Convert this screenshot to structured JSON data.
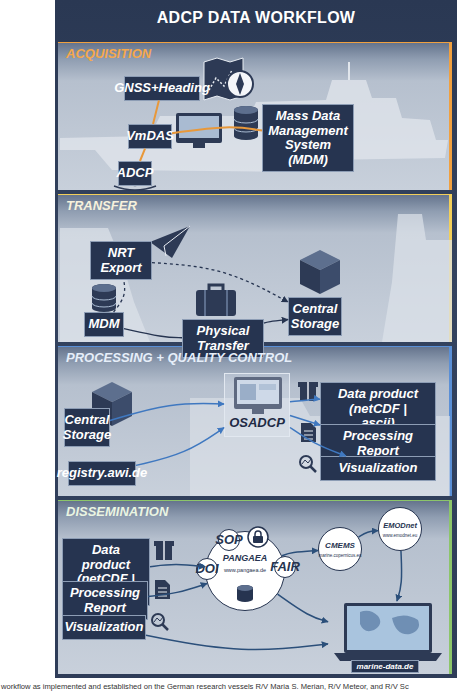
{
  "diagram": {
    "title": "ADCP DATA WORKFLOW",
    "caption": "workflow as implemented and established on the German research vessels R/V Maria S. Merian, R/V Meteor, and R/V Sc",
    "nodes": [
      {
        "text": [
          "ACQUISITION"
        ]
      },
      {
        "text": [
          "GNSS+Heading"
        ],
        "in": 0
      },
      {
        "text": [
          "VmDAS"
        ],
        "in": 0
      },
      {
        "text": [
          "Mass Data Management System (MDM)"
        ],
        "in": 0
      },
      {
        "text": [
          "ADCP"
        ],
        "in": 0
      },
      {
        "text": [
          "TRANSFER"
        ]
      },
      {
        "text": [
          "NRT Export"
        ],
        "in": 5
      },
      {
        "text": [
          "MDM"
        ],
        "in": 5
      },
      {
        "text": [
          "Physical Transfer"
        ],
        "in": 5
      },
      {
        "text": [
          "Central Storage"
        ],
        "in": 5
      },
      {
        "text": [
          "PROCESSING + QUALITY CONTROL"
        ]
      },
      {
        "text": [
          "Central Storage"
        ],
        "in": 10
      },
      {
        "text": [
          "OSADCP"
        ],
        "in": 10
      },
      {
        "text": [
          "Data product (netCDF | ascii)"
        ],
        "in": 10
      },
      {
        "text": [
          "Processing Report"
        ],
        "in": 10
      },
      {
        "text": [
          "registry.awi.de"
        ],
        "in": 10
      },
      {
        "text": [
          "Visualization"
        ],
        "in": 10
      },
      {
        "text": [
          "DISSEMINATION"
        ]
      },
      {
        "text": [
          "Data product (netCDF | ascii)"
        ],
        "in": 17
      },
      {
        "text": [
          "PANGAEA",
          "www.pangaea.de"
        ],
        "in": 17
      },
      {
        "text": [
          "SOP"
        ],
        "in": 19
      },
      {
        "text": [
          "DOI"
        ],
        "in": 19
      },
      {
        "text": [
          "FAIR"
        ],
        "in": 19
      },
      {
        "text": [
          "CMEMS",
          "marine.copernicus.eu"
        ],
        "in": 17
      },
      {
        "text": [
          "EMODnet",
          "www.emodnet.eu"
        ],
        "in": 17
      },
      {
        "text": [
          "Processing Report"
        ],
        "in": 17
      },
      {
        "text": [
          "Visualization"
        ],
        "in": 17
      },
      {
        "text": [
          "marine-data.de"
        ],
        "in": 17
      }
    ],
    "edges": [
      {
        "from": 1,
        "to": 2,
        "arrow": "none"
      },
      {
        "from": 4,
        "to": 2,
        "arrow": "none"
      },
      {
        "from": 2,
        "to": 3,
        "arrow": "none"
      },
      {
        "from": 7,
        "to": 6,
        "arrow": "none"
      },
      {
        "from": 6,
        "to": 9,
        "arrow": "to"
      },
      {
        "from": 7,
        "to": 8,
        "arrow": "none"
      },
      {
        "from": 8,
        "to": 9,
        "arrow": "to"
      },
      {
        "from": 11,
        "to": 12,
        "arrow": "to"
      },
      {
        "from": 15,
        "to": 12,
        "arrow": "to"
      },
      {
        "from": 12,
        "to": 13,
        "arrow": "to"
      },
      {
        "from": 12,
        "to": 14,
        "arrow": "to"
      },
      {
        "from": 12,
        "to": 16,
        "arrow": "to"
      },
      {
        "from": 18,
        "to": 19,
        "arrow": "to"
      },
      {
        "from": 25,
        "to": 19,
        "arrow": "to"
      },
      {
        "from": 19,
        "to": 23,
        "arrow": "to"
      },
      {
        "from": 23,
        "to": 24,
        "arrow": "to"
      },
      {
        "from": 19,
        "to": 27,
        "arrow": "to"
      },
      {
        "from": 24,
        "to": 27,
        "arrow": "to"
      },
      {
        "from": 26,
        "to": 27,
        "arrow": "to"
      }
    ]
  }
}
